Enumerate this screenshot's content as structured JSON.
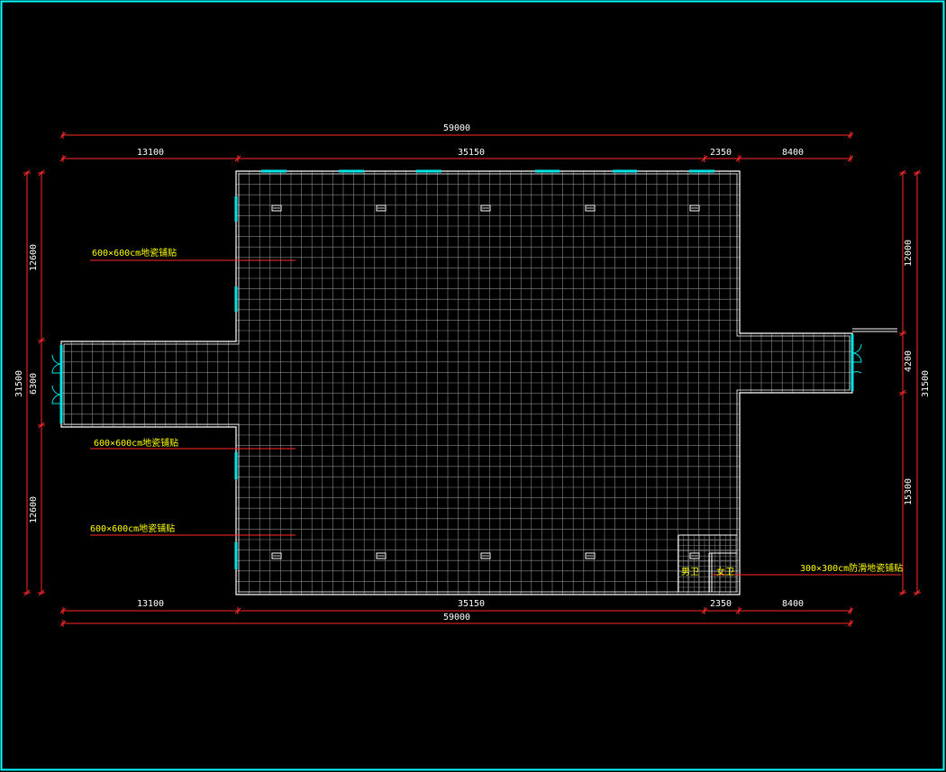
{
  "colors": {
    "background": "#000000",
    "frame": "#00ffff",
    "walls": "#ffffff",
    "tile_grid": "#8a8a8a",
    "windows": "#00e5e5",
    "dimension_lines": "#ff2a2a",
    "dimension_text": "#ffffff",
    "annotation_text": "#ffff00",
    "leader_lines": "#ff2a2a"
  },
  "dimensions": {
    "top_total": "59000",
    "top_segments": [
      "13100",
      "35150",
      "2350",
      "8400"
    ],
    "bottom_segments": [
      "13100",
      "35150",
      "2350",
      "8400"
    ],
    "bottom_total": "59000",
    "left_total": "31500",
    "left_segments": [
      "12600",
      "6300",
      "12600"
    ],
    "right_total": "31500",
    "right_segments": [
      "12000",
      "4200",
      "15300"
    ]
  },
  "annotations": [
    "600×600cm地瓷铺贴",
    "600×600cm地瓷铺贴",
    "600×600cm地瓷铺贴",
    "300×300cm防滑地瓷铺贴"
  ],
  "rooms": {
    "mens_toilet": "男卫",
    "womens_toilet": "女卫"
  },
  "icons": [
    "door-swing-icon",
    "light-fixture-icon"
  ]
}
